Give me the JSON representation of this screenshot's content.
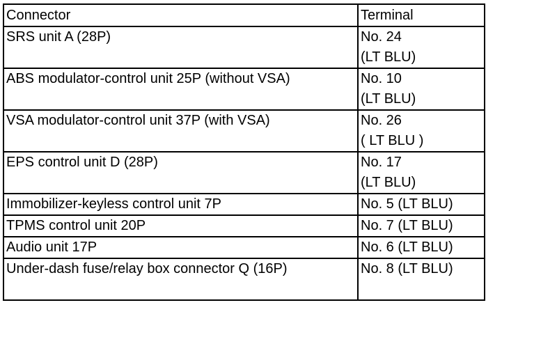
{
  "table": {
    "headers": [
      "Connector",
      "Terminal"
    ],
    "rows": [
      {
        "connector": "SRS unit A (28P)",
        "terminal": [
          "No. 24",
          "(LT BLU)"
        ]
      },
      {
        "connector": "ABS modulator-control unit 25P (without VSA)",
        "terminal": [
          "No. 10",
          "(LT BLU)"
        ]
      },
      {
        "connector": "VSA modulator-control unit 37P (with VSA)",
        "terminal": [
          "No. 26",
          "( LT BLU )"
        ]
      },
      {
        "connector": "EPS control unit D (28P)",
        "terminal": [
          "No. 17",
          "(LT BLU)"
        ]
      },
      {
        "connector": "Immobilizer-keyless control unit 7P",
        "terminal": [
          "No. 5 (LT BLU)"
        ]
      },
      {
        "connector": "TPMS control unit 20P",
        "terminal": [
          "No. 7 (LT BLU)"
        ]
      },
      {
        "connector": "Audio unit 17P",
        "terminal": [
          "No. 6 (LT BLU)"
        ]
      },
      {
        "connector": "Under-dash fuse/relay box connector Q (16P)",
        "terminal": [
          "No. 8 (LT BLU)"
        ]
      }
    ]
  }
}
